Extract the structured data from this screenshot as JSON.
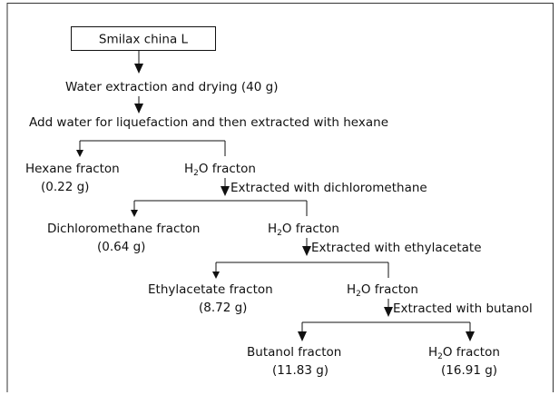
{
  "source": {
    "name_italic": "Smilax china",
    "name_suffix": " L"
  },
  "steps": {
    "s1": "Water extraction and drying (40 g)",
    "s2": "Add water for liquefaction and then extracted with hexane",
    "s3": "Extracted with dichloromethane",
    "s4": "Extracted with ethylacetate",
    "s5": "Extracted with butanol"
  },
  "water": {
    "h": "H",
    "sub": "2",
    "rest": "O fracton"
  },
  "fractions": {
    "hexane": {
      "name": "Hexane fracton",
      "amount": "(0.22 g)"
    },
    "dichloromethane": {
      "name": "Dichloromethane fracton",
      "amount": "(0.64 g)"
    },
    "ethylacetate": {
      "name": "Ethylacetate fracton",
      "amount": "(8.72 g)"
    },
    "butanol": {
      "name": "Butanol fracton",
      "amount": "(11.83 g)"
    },
    "water_final": {
      "amount": "(16.91 g)"
    }
  }
}
